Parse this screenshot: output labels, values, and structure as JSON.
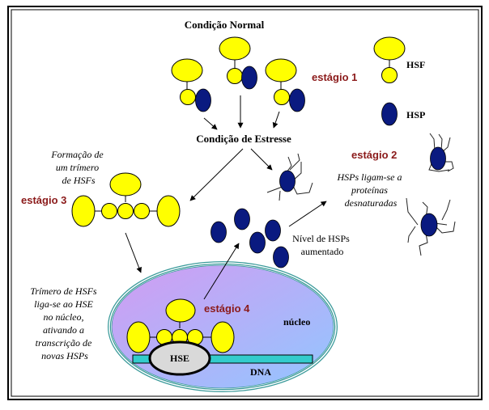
{
  "title": "Condição Normal",
  "stress_label": "Condição de Estresse",
  "legend": {
    "hsf_label": "HSF",
    "hsp_label": "HSP"
  },
  "stages": {
    "stage1": "estágio 1",
    "stage2": "estágio 2",
    "stage3": "estágio 3",
    "stage4": "estágio 4"
  },
  "captions": {
    "trimer_formation": [
      "Formação de",
      "um trímero",
      "de HSFs"
    ],
    "hsp_bind": [
      "HSPs ligam-se a",
      "proteínas",
      "desnaturadas"
    ],
    "hsp_level": [
      "Nível de HSPs",
      "aumentado"
    ],
    "trimer_binds": [
      "Trímero de HSFs",
      "liga-se ao HSE",
      "no núcleo,",
      "ativando a",
      "transcrição de",
      "novas HSPs"
    ]
  },
  "nucleus": {
    "label": "núcleo",
    "hse_label": "HSE",
    "dna_label": "DNA"
  },
  "colors": {
    "hsf_fill": "#ffff00",
    "hsp_fill": "#0a1a80",
    "stage_text": "#8b1a1a",
    "dna_fill": "#33cccc",
    "hse_fill": "#d9d9d9",
    "nucleus_rim": "#3a9a9a",
    "nucleus_top": "#c9a0f5",
    "nucleus_bottom": "#99c4ff"
  }
}
